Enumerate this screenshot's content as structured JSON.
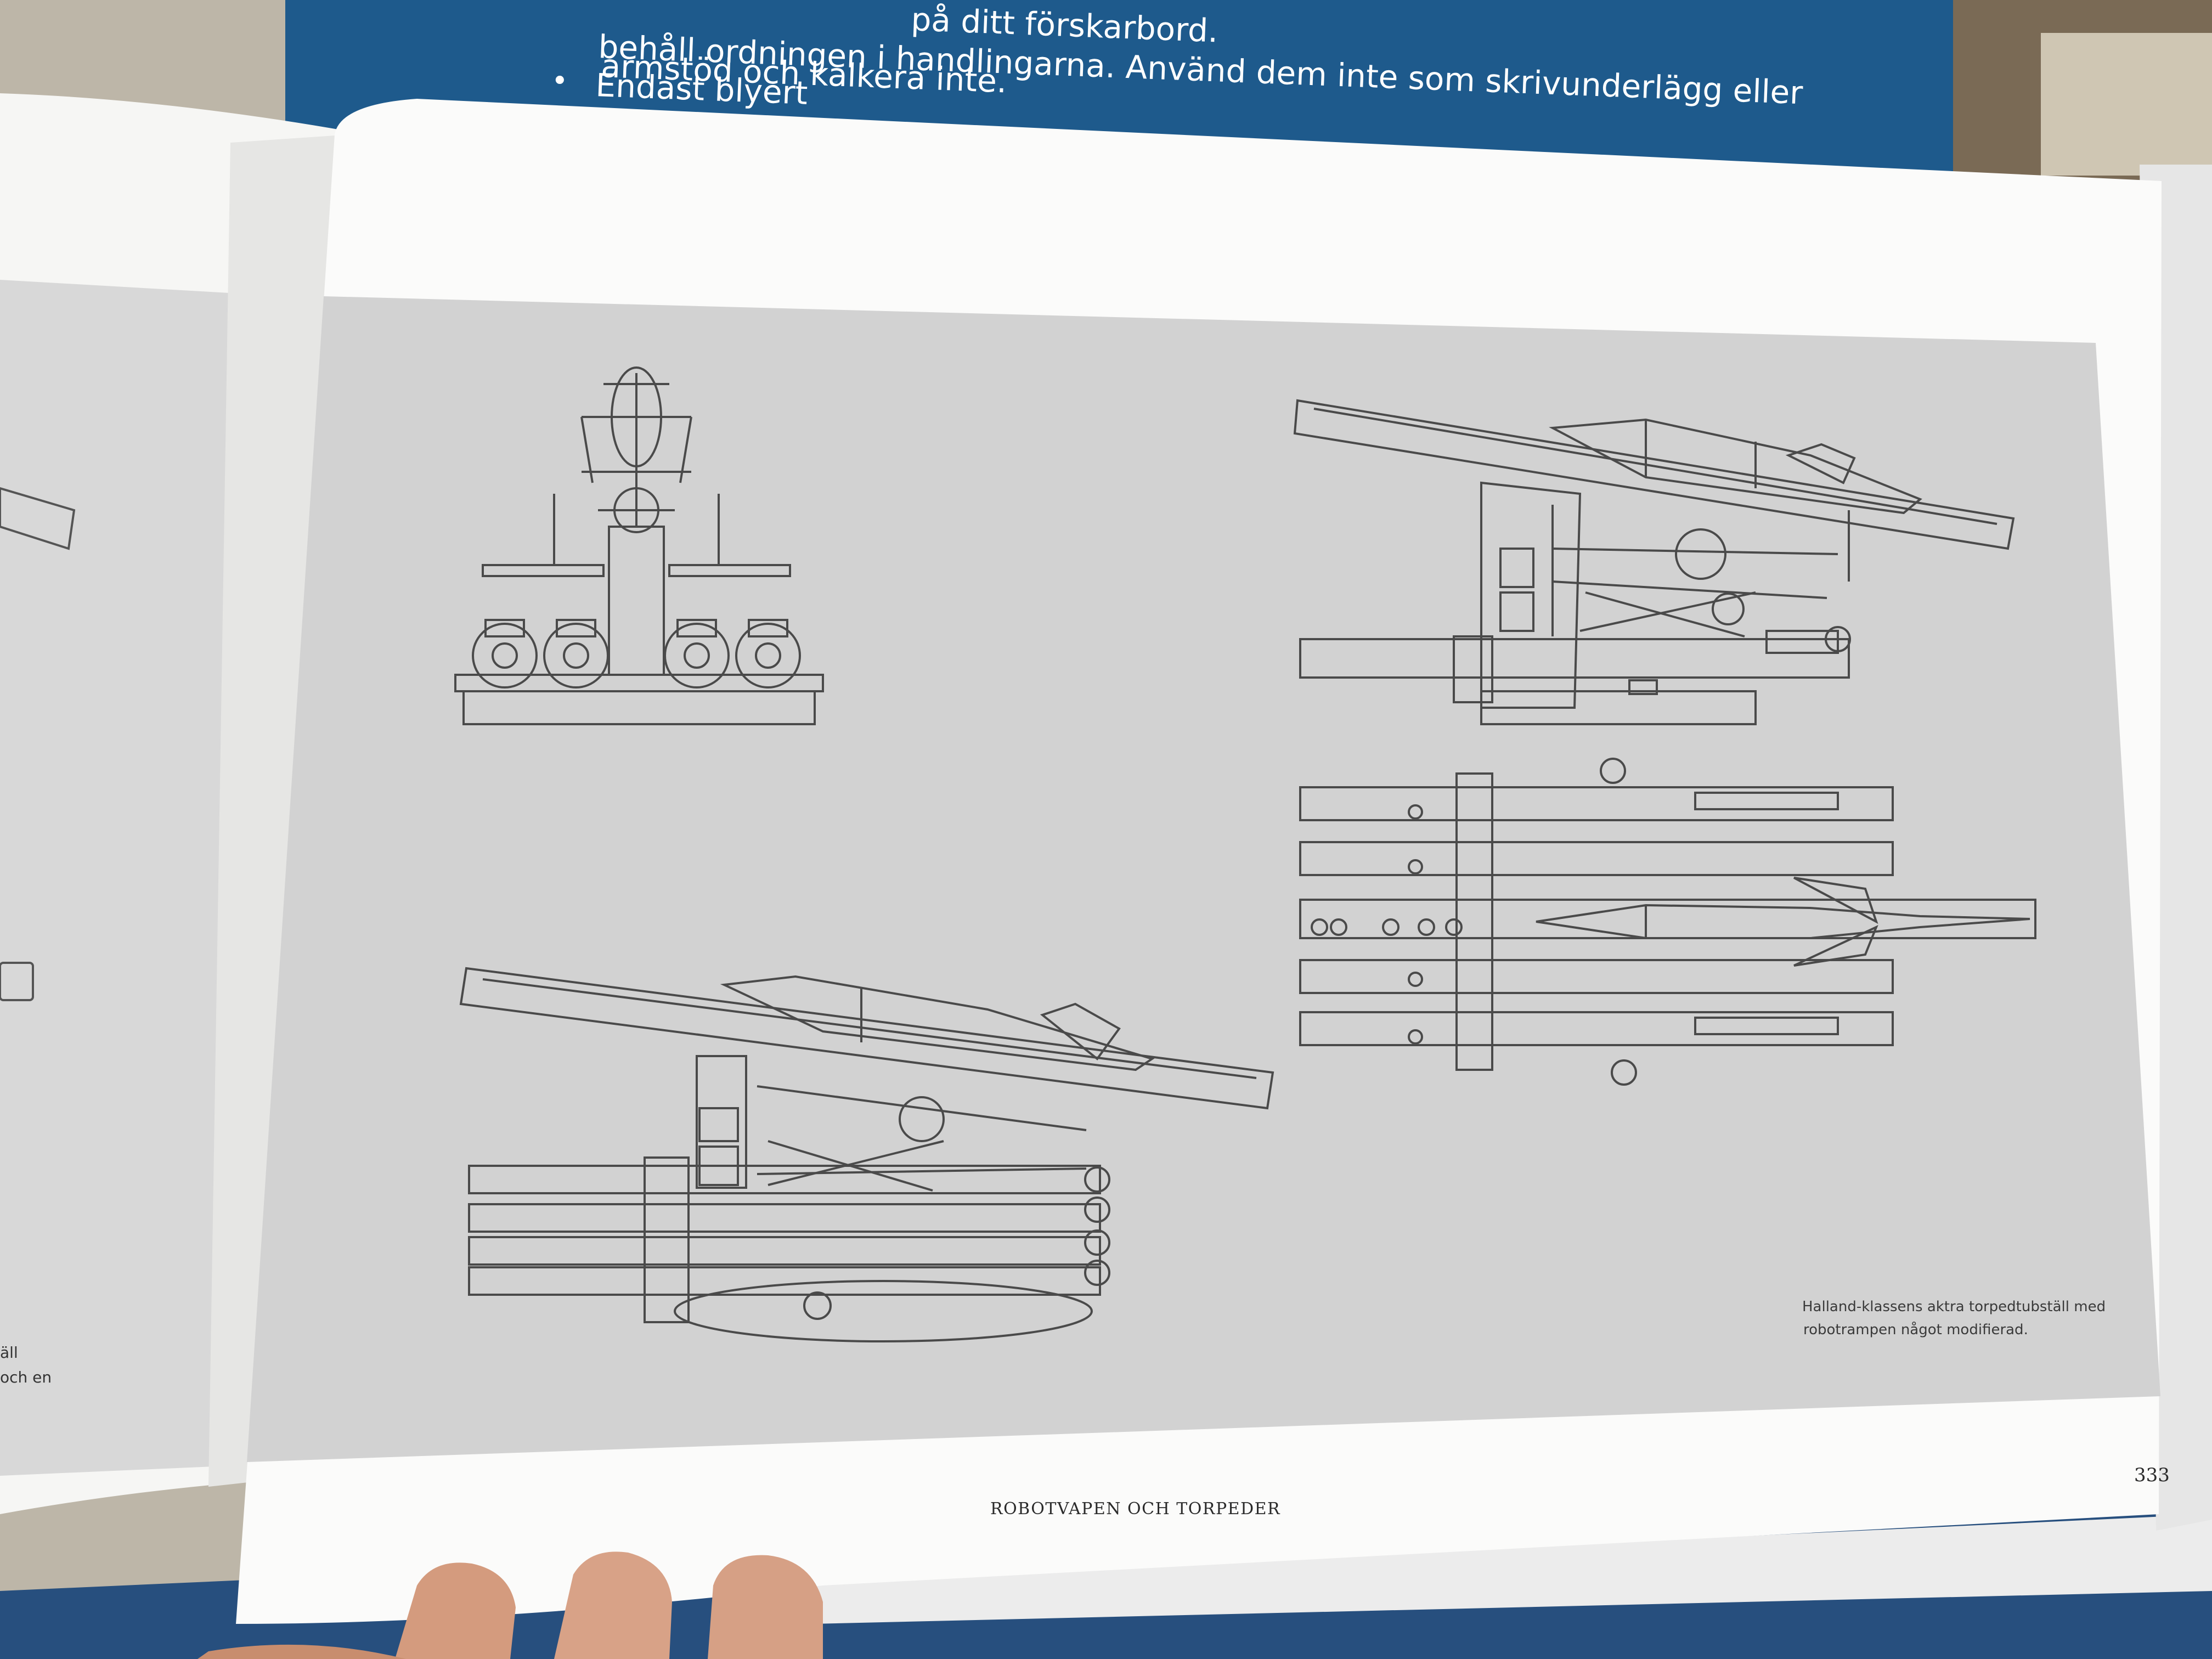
{
  "background_sheet": {
    "color": "#1e5a8c",
    "lines": [
      "på ditt förskarbord.",
      "behåll ordningen i handlingarna. Använd dem inte som skrivunderlägg eller",
      "armstöd och kalkera inte.",
      "Endast blyert"
    ],
    "bullet": "•"
  },
  "left_page": {
    "fragments": [
      "äll",
      "och en"
    ]
  },
  "right_page": {
    "caption": [
      "Halland-klassens aktra torpedtubställ med",
      "robotrampen något modifierad."
    ],
    "running_footer": "ROBOTVAPEN OCH TORPEDER",
    "page_number": "333",
    "plate_color": "#d2d2d2",
    "line_color": "#4a4a4a"
  }
}
